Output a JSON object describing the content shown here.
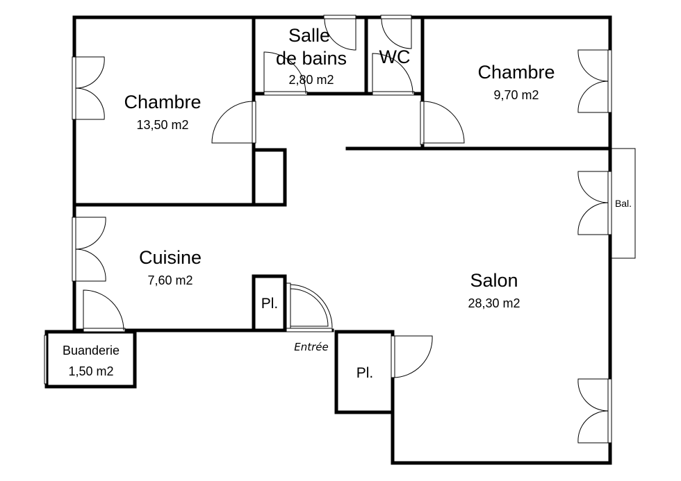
{
  "rooms": {
    "chambre_left": {
      "name": "Chambre",
      "area": "13,50 m2"
    },
    "salle_de_bains": {
      "name_line1": "Salle",
      "name_line2": "de bains",
      "area": "2,80 m2"
    },
    "wc": {
      "name": "WC"
    },
    "chambre_right": {
      "name": "Chambre",
      "area": "9,70 m2"
    },
    "cuisine": {
      "name": "Cuisine",
      "area": "7,60 m2"
    },
    "salon": {
      "name": "Salon",
      "area": "28,30 m2"
    },
    "buanderie": {
      "name": "Buanderie",
      "area": "1,50 m2"
    },
    "placard_entree": {
      "name": "Pl."
    },
    "placard_salon": {
      "name": "Pl."
    },
    "balcon": {
      "name": "Bal."
    }
  },
  "entrance": {
    "label": "Entrée"
  }
}
